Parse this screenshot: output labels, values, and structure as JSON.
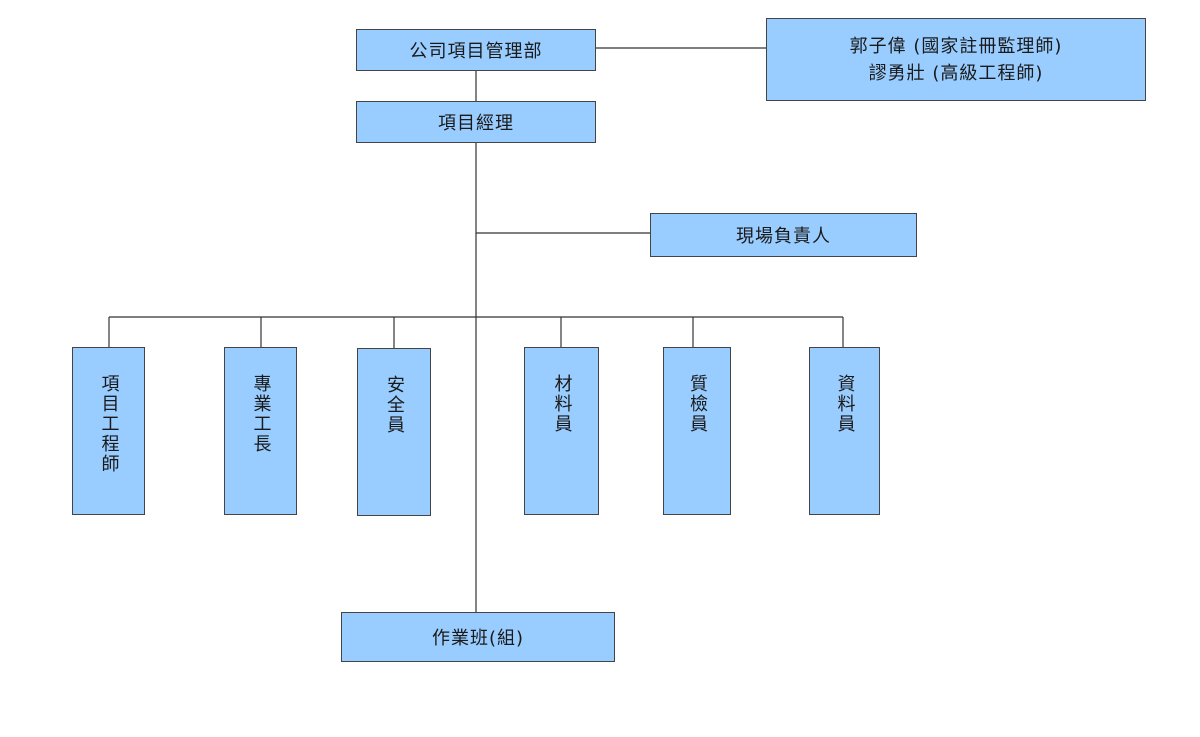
{
  "nodes": {
    "dept": "公司項目管理部",
    "advisor_1": "郭子偉 (國家註冊監理師)",
    "advisor_2": "謬勇壯 (高級工程師)",
    "manager": "項目經理",
    "site_lead": "現場負責人",
    "project_engineer": "項目工程師",
    "specialist_foreman": "專業工長",
    "safety_officer": "安全員",
    "materials_officer": "材料員",
    "quality_inspector": "質檢員",
    "records_officer": "資料員",
    "work_crew": "作業班(組)"
  },
  "colors": {
    "box_fill": "#99ccff",
    "box_border": "#444444",
    "line": "#333333"
  }
}
